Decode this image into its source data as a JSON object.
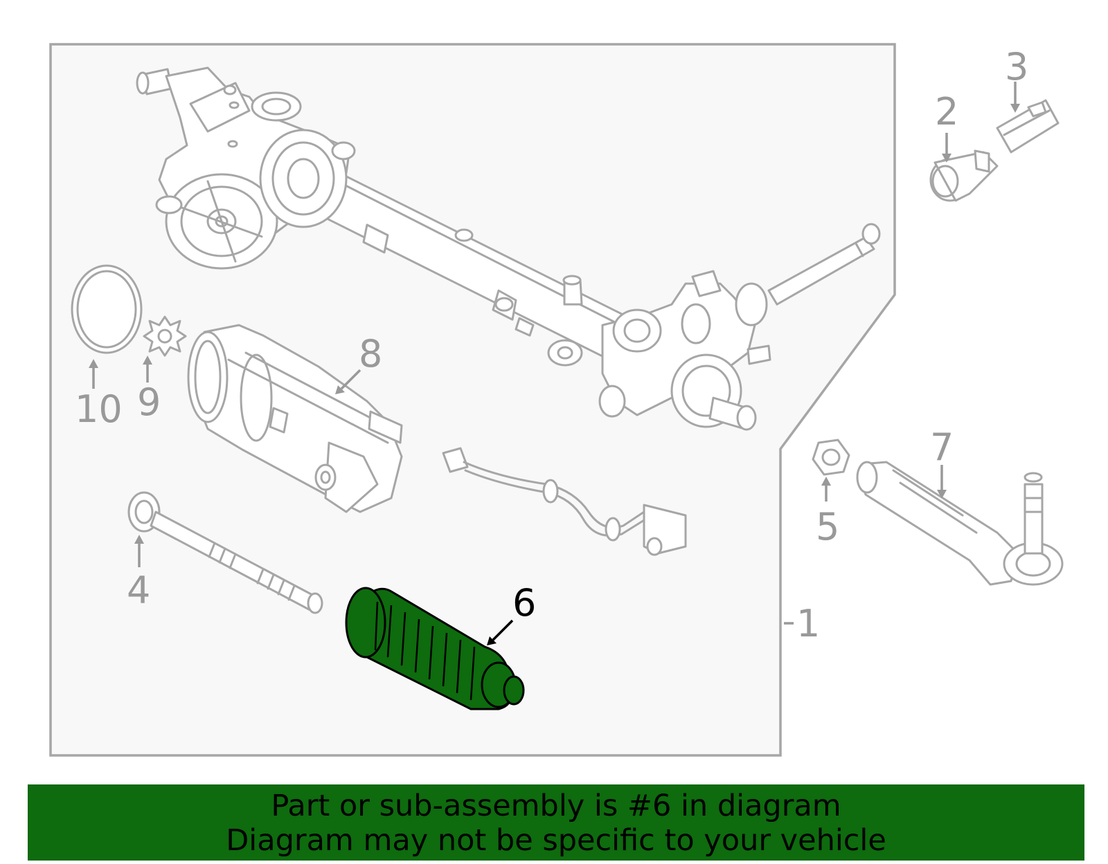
{
  "callouts": {
    "c1": "1",
    "c2": "2",
    "c3": "3",
    "c4": "4",
    "c5": "5",
    "c6": "6",
    "c7": "7",
    "c8": "8",
    "c9": "9",
    "c10": "10"
  },
  "highlighted_part": "6",
  "banner": {
    "line1": "Part or sub-assembly is #6 in diagram",
    "line2": "Diagram may not be specific to your vehicle"
  },
  "colors": {
    "highlight": "#0e6b0e",
    "banner_bg": "#0e6b0e",
    "part_outline": "#a6a6a6",
    "callout_text": "#999999",
    "active_callout": "#000000",
    "panel_bg": "#f8f8f8"
  }
}
